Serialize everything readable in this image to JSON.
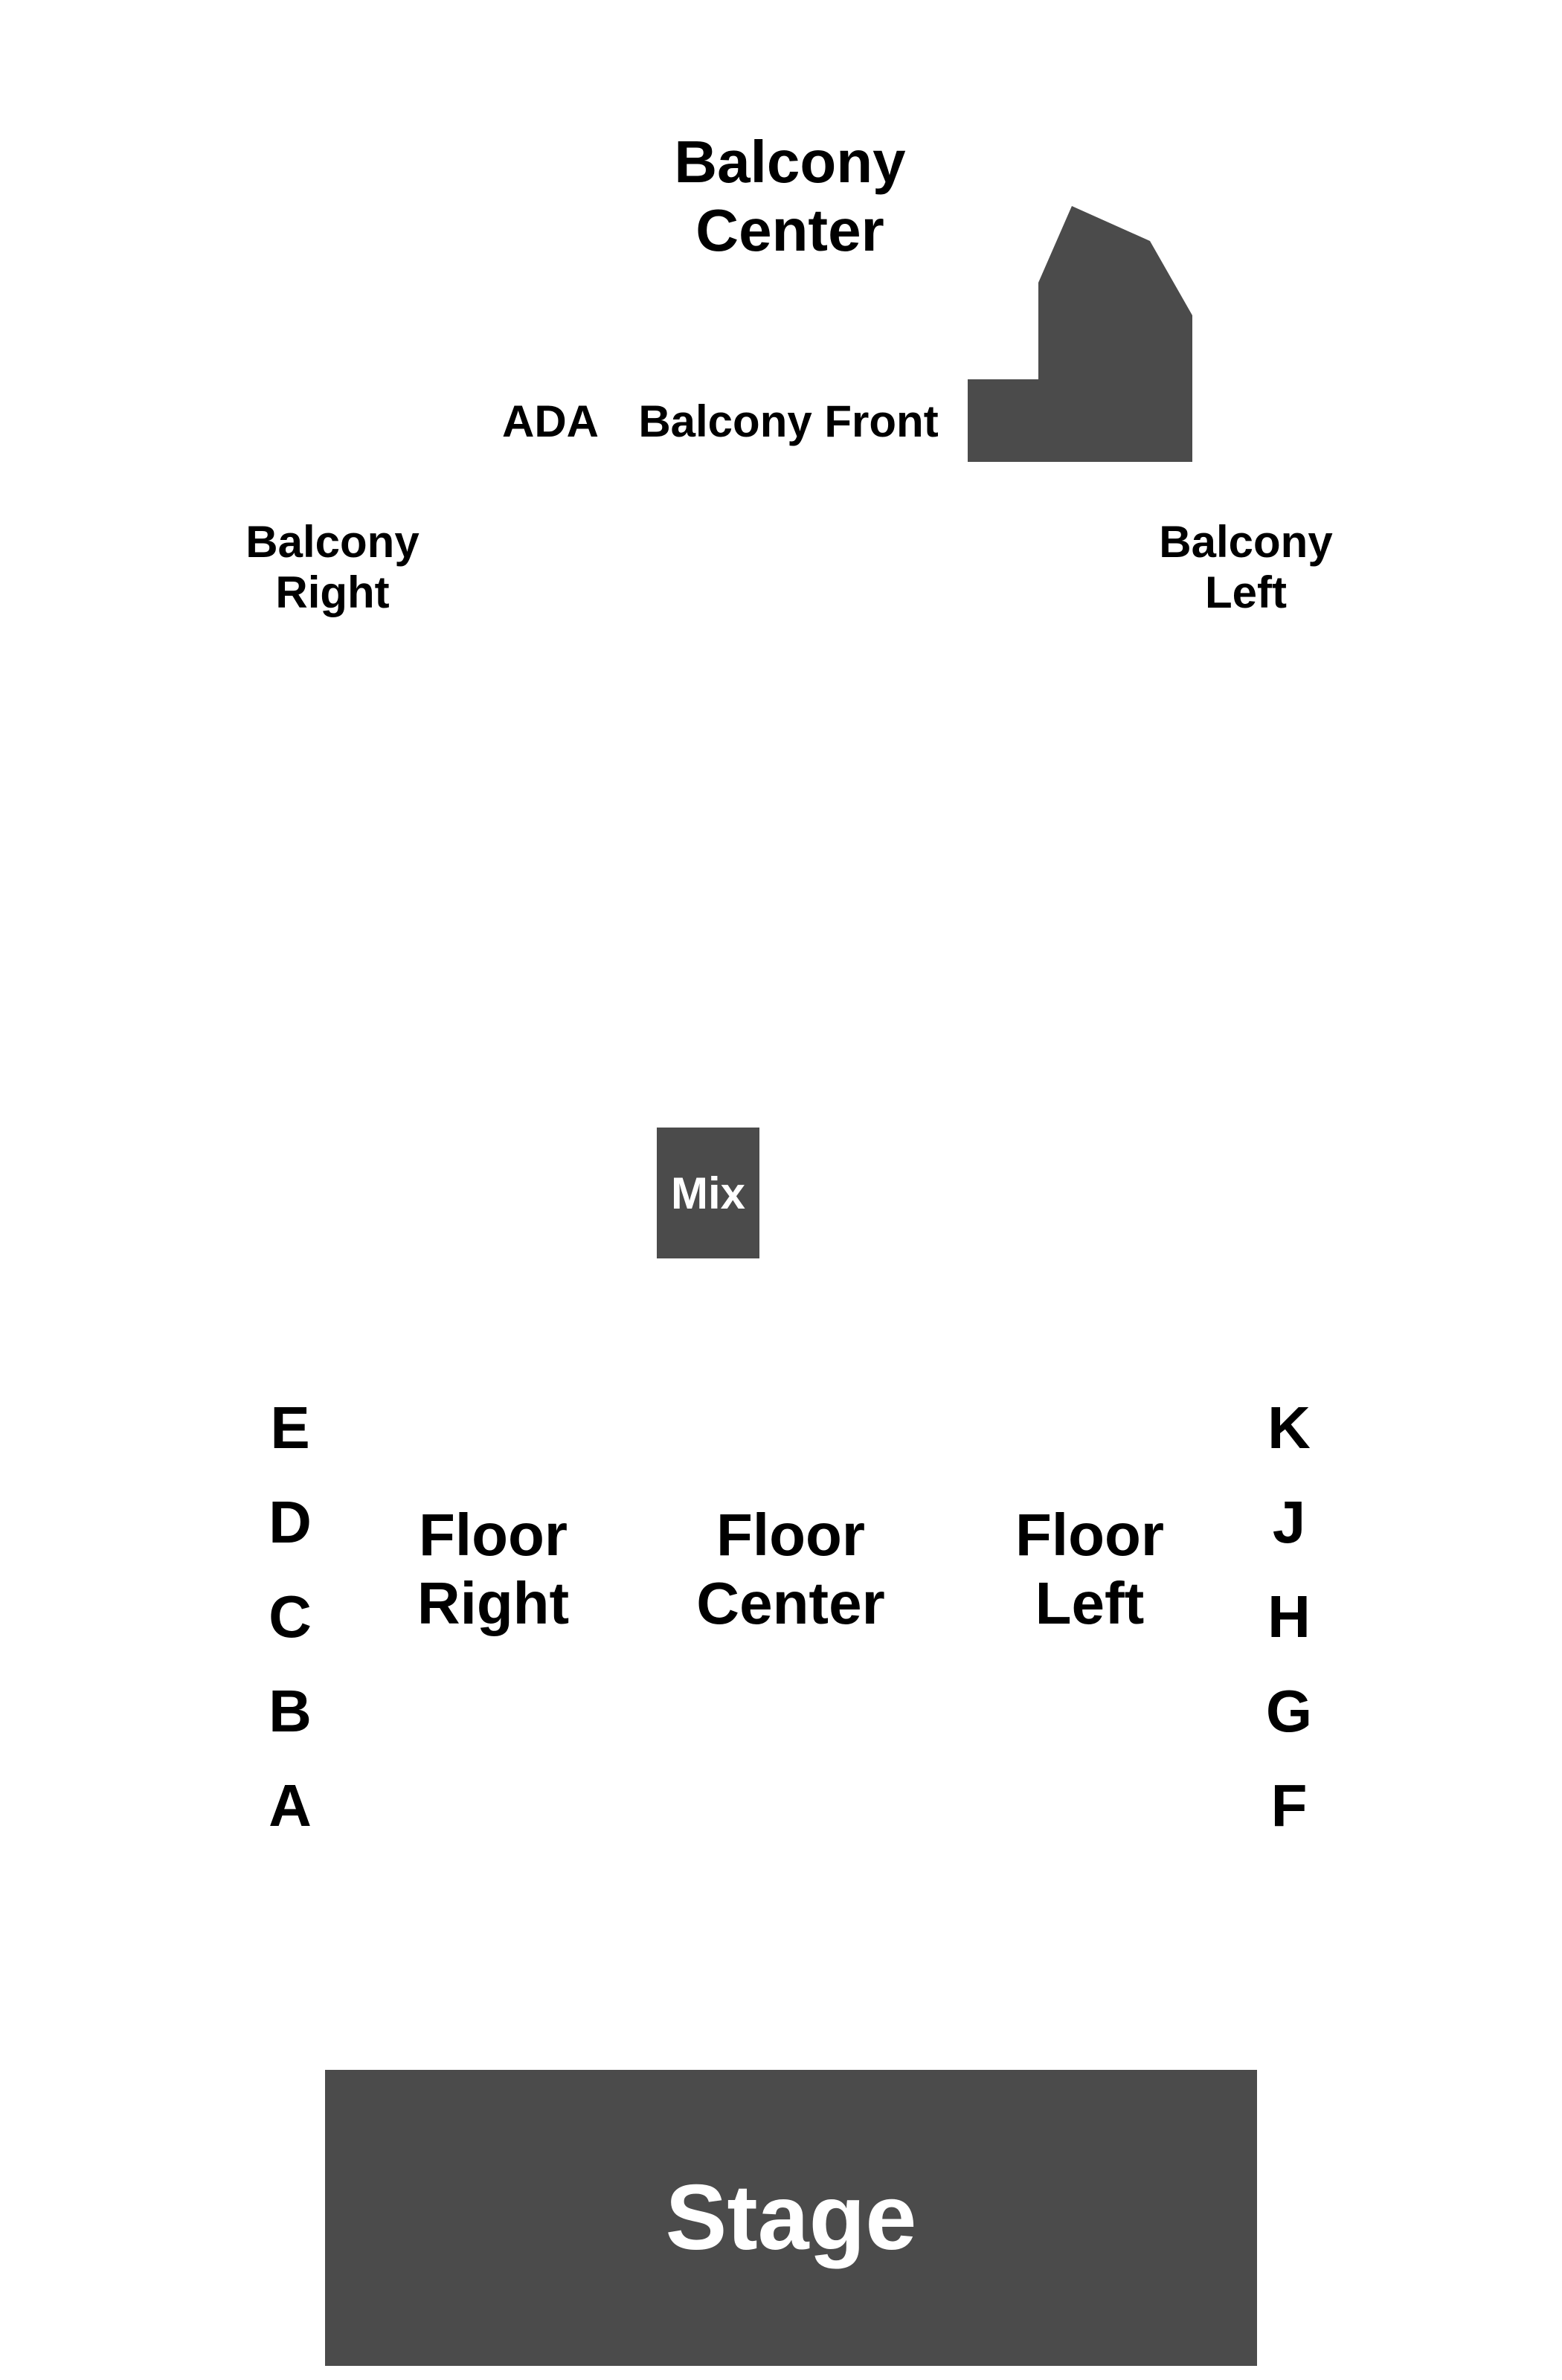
{
  "colors": {
    "block_fill": "#4b4b4b",
    "block_text": "#ffffff",
    "label_text": "#000000",
    "background": "#ffffff"
  },
  "balcony": {
    "center": [
      "Balcony",
      "Center"
    ],
    "front": "Balcony Front",
    "ada": "ADA",
    "right": [
      "Balcony",
      "Right"
    ],
    "left": [
      "Balcony",
      "Left"
    ]
  },
  "mix_booth": {
    "label": "Mix"
  },
  "floor": {
    "right": [
      "Floor",
      "Right"
    ],
    "center": [
      "Floor",
      "Center"
    ],
    "left": [
      "Floor",
      "Left"
    ],
    "rows_right_side": [
      "E",
      "D",
      "C",
      "B",
      "A"
    ],
    "rows_left_side": [
      "K",
      "J",
      "H",
      "G",
      "F"
    ]
  },
  "stage": {
    "label": "Stage"
  }
}
